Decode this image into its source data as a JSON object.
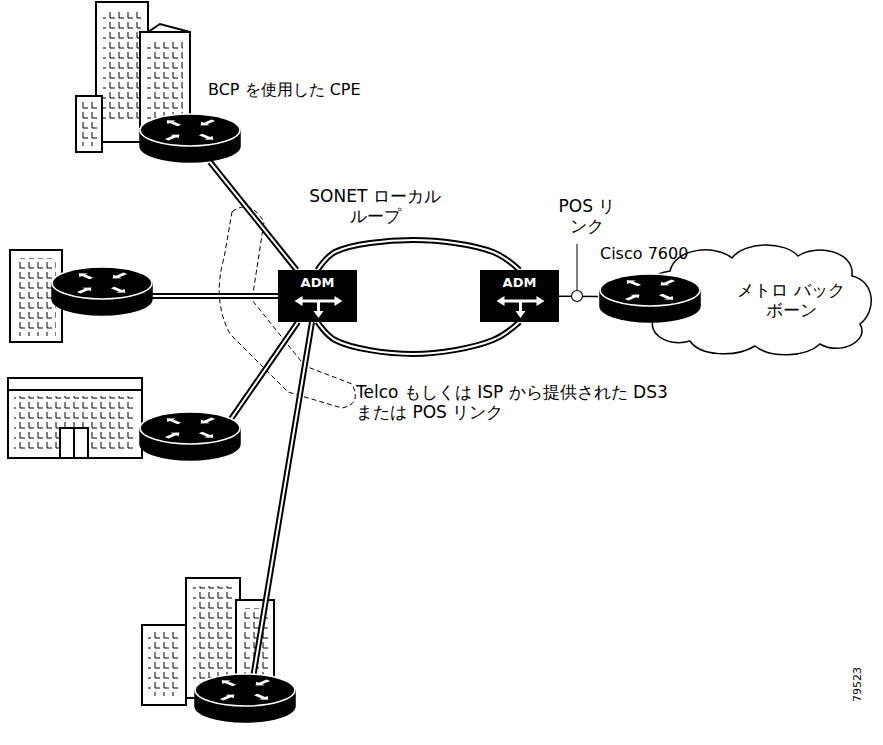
{
  "diagram": {
    "nodes": [
      {
        "text": [
          "BCP を使用した CPE"
        ]
      },
      {
        "text": [
          "ADM"
        ]
      },
      {
        "text": [
          "ADM"
        ]
      },
      {
        "text": [
          "Cisco 7600"
        ]
      },
      {
        "text": [
          "メトロ バックボーン"
        ]
      }
    ],
    "edges": [
      {
        "from": 0,
        "to": 1,
        "arrow": "none"
      },
      {
        "from": 1,
        "to": 2,
        "arrow": "none"
      },
      {
        "from": 1,
        "to": 2,
        "arrow": "none"
      },
      {
        "from": 2,
        "to": 3,
        "arrow": "none"
      }
    ],
    "labels": [
      "SONET ローカル ループ",
      "POS リンク",
      "Telco もしくは ISP から提供された DS3 または POS リンク",
      "79523"
    ]
  }
}
